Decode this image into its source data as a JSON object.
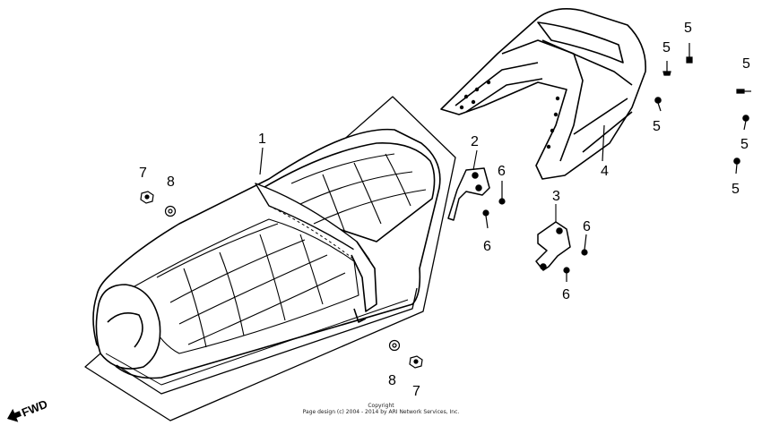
{
  "callouts": [
    "1",
    "2",
    "3",
    "4",
    "5",
    "5",
    "5",
    "5",
    "5",
    "5",
    "6",
    "6",
    "6",
    "6",
    "7",
    "7",
    "8",
    "8"
  ],
  "direction": "FWD",
  "copyright": {
    "line1": "Copyright",
    "line2": "Page design (c) 2004 - 2014 by ARI Network Services, Inc."
  }
}
